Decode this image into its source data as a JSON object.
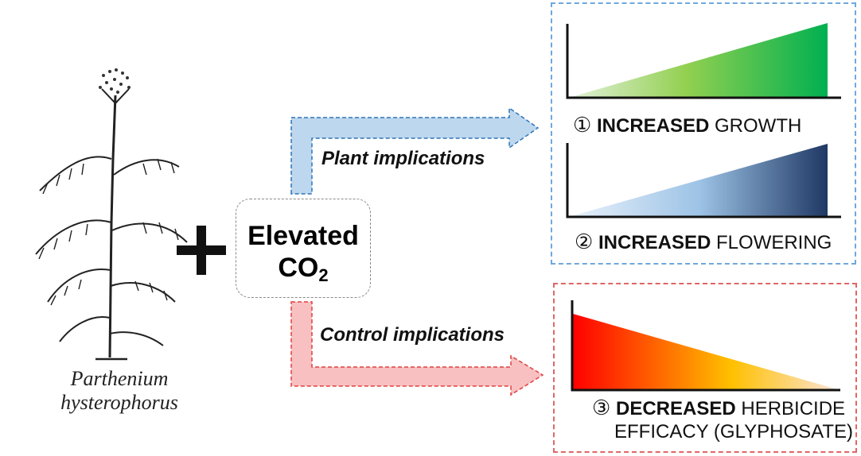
{
  "species": {
    "line1": "Parthenium",
    "line2": "hysterophorus"
  },
  "plus_symbol": "+",
  "center": {
    "line1": "Elevated",
    "co2_main": "CO",
    "co2_sub": "2"
  },
  "labels": {
    "plant": "Plant implications",
    "control": "Control implications"
  },
  "effects": [
    {
      "number": "①",
      "bold": "INCREASED",
      "rest": " GROWTH"
    },
    {
      "number": "②",
      "bold": "INCREASED",
      "rest": " FLOWERING"
    },
    {
      "number": "③",
      "bold": "DECREASED",
      "rest": " HERBICIDE",
      "line2": "EFFICACY (GLYPHOSATE)"
    }
  ],
  "colors": {
    "plant_arrow": "#bdd7ee",
    "plant_arrow_border": "#2e75b6",
    "control_arrow": "#f8c0c0",
    "control_arrow_border": "#e04040",
    "growth_gradient": [
      "#e2f0d9",
      "#00b050"
    ],
    "flowering_gradient": [
      "#dce9f7",
      "#1f3864"
    ],
    "herbicide_gradient": [
      "#ff0000",
      "#ffc000",
      "#fbe5d6"
    ]
  }
}
